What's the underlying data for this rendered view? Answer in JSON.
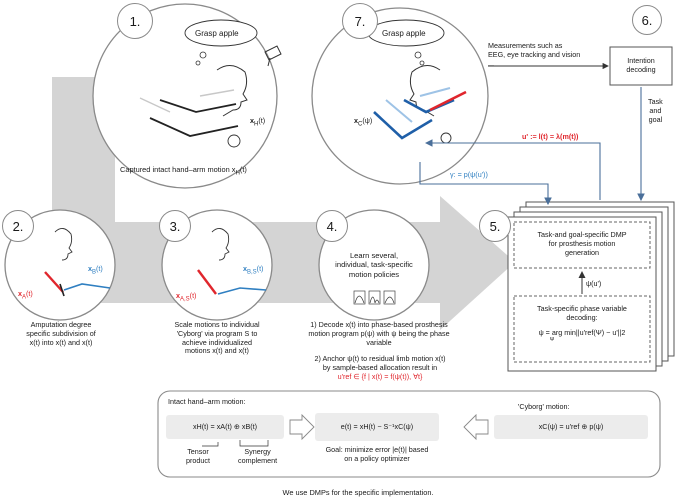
{
  "steps": {
    "s1": "1.",
    "s2": "2.",
    "s3": "3.",
    "s4": "4.",
    "s5": "5.",
    "s6": "6.",
    "s7": "7."
  },
  "thought_bubble_1": "Grasp apple",
  "thought_bubble_7": "Grasp apple",
  "captured_motion": "Captured intact hand–arm motion x",
  "captured_motion_sub": "H",
  "captured_motion_arg": "(t)",
  "xh_label": "x",
  "xh_sub": "H",
  "xh_arg": "(t)",
  "step2_xb": "x",
  "step2_xb_sub": "B",
  "step2_xb_arg": "(t)",
  "step2_xa": "x",
  "step2_xa_sub": "A",
  "step2_xa_arg": "(t)",
  "step2_caption_1": "Amputation degree",
  "step2_caption_2": "specific subdivision of",
  "step2_caption_3": "x(t) into x(t) and x(t)",
  "step3_xb": "x",
  "step3_xb_sub": "B,S",
  "step3_xb_arg": "(t)",
  "step3_xa": "x",
  "step3_xa_sub": "A,S",
  "step3_xa_arg": "(t)",
  "step3_caption_1": "Scale motions to individual",
  "step3_caption_2": "'Cyborg' via program S to",
  "step3_caption_3": "achieve individualized",
  "step3_caption_4": "motions x(t) and x(t)",
  "step4_text_1": "Learn several,",
  "step4_text_2": "individual, task-specific",
  "step4_text_3": "motion policies",
  "decode_1": "1) Decode x(t) into phase-based prosthesis",
  "decode_2": "motion program p(ψ) with ψ being the phase",
  "decode_3": "variable",
  "anchor_1": "2) Anchor ψ(t) to residual limb motion x(t)",
  "anchor_2": "by sample-based allocation result in",
  "anchor_3": "u'ref ∈ {f | x(t) = f(ψ(t)), ∀t}",
  "measurements_1": "Measurements such as",
  "measurements_2": "EEG, eye tracking and vision",
  "measurements_3": "...",
  "intention_1": "Intention",
  "intention_2": "decoding",
  "task_goal_1": "Task",
  "task_goal_2": "and",
  "task_goal_3": "goal",
  "xc_psi": "x",
  "xc_sub": "C",
  "xc_arg": "(ψ)",
  "u_eq": "u' := l(t) = λ(m(t))",
  "gamma_eq": "γ: = p(ψ(u'))",
  "dmp_1": "Task-and goal-specific DMP",
  "dmp_2": "for prosthesis motion",
  "dmp_3": "generation",
  "psi_u": "ψ(u')",
  "phase_1": "Task-specific phase variable",
  "phase_2": "decoding:",
  "phase_eq": "ψ = arg min||u'ref(Ψ) − u'||2",
  "phase_eq_sub": "Ψ",
  "bottom_intact_title": "Intact hand–arm motion:",
  "bottom_intact_eq": "xH(t) = xA(t) ⊕ xB(t)",
  "tensor_1": "Tensor",
  "tensor_2": "product",
  "synergy_1": "Synergy",
  "synergy_2": "complement",
  "error_eq": "e(t) = xH(t) − S⁻¹xC(ψ)",
  "goal_1": "Goal: minimize error |e(t)| based",
  "goal_2": "on a policy optimizer",
  "cyborg_title": "'Cyborg' motion:",
  "cyborg_eq": "xC(ψ) = u'ref ⊕ p(ψ)",
  "footer": "We use DMPs for the specific implementation.",
  "colors": {
    "blue": "#2f7fc1",
    "red": "#e0262d",
    "gray_arrow": "#d2d2d2",
    "line_blue": "#4a6f9a"
  }
}
